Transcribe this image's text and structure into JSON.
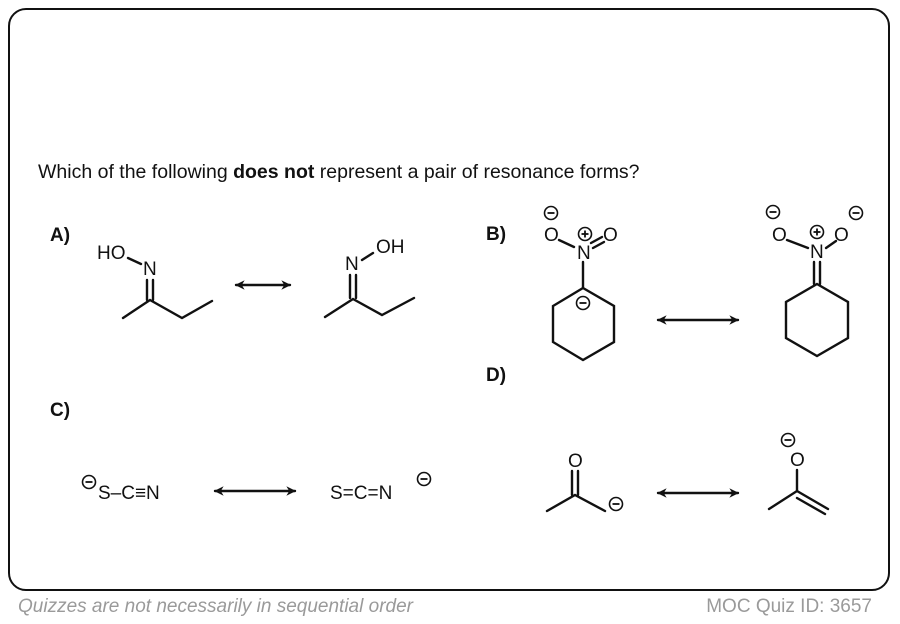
{
  "question": {
    "before": "Which of the following ",
    "bold": "does not",
    "after": " represent a pair of resonance forms?"
  },
  "options": {
    "a": {
      "label": "A)",
      "left": {
        "ho": "HO",
        "n": "N"
      },
      "right": {
        "n": "N",
        "oh": "OH"
      }
    },
    "b": {
      "label": "B)",
      "left": {
        "o1": "O",
        "n": "N",
        "o2": "O"
      },
      "right": {
        "o1": "O",
        "n": "N",
        "o2": "O"
      }
    },
    "c": {
      "label": "C)",
      "left": "S–C≡N",
      "right": "S=C=N"
    },
    "d": {
      "label": "D)",
      "left": {
        "o": "O"
      },
      "right": {
        "o": "O"
      }
    }
  },
  "footer": {
    "note": "Quizzes are not necessarily in sequential order",
    "quiz_id": "MOC Quiz ID: 3657"
  }
}
